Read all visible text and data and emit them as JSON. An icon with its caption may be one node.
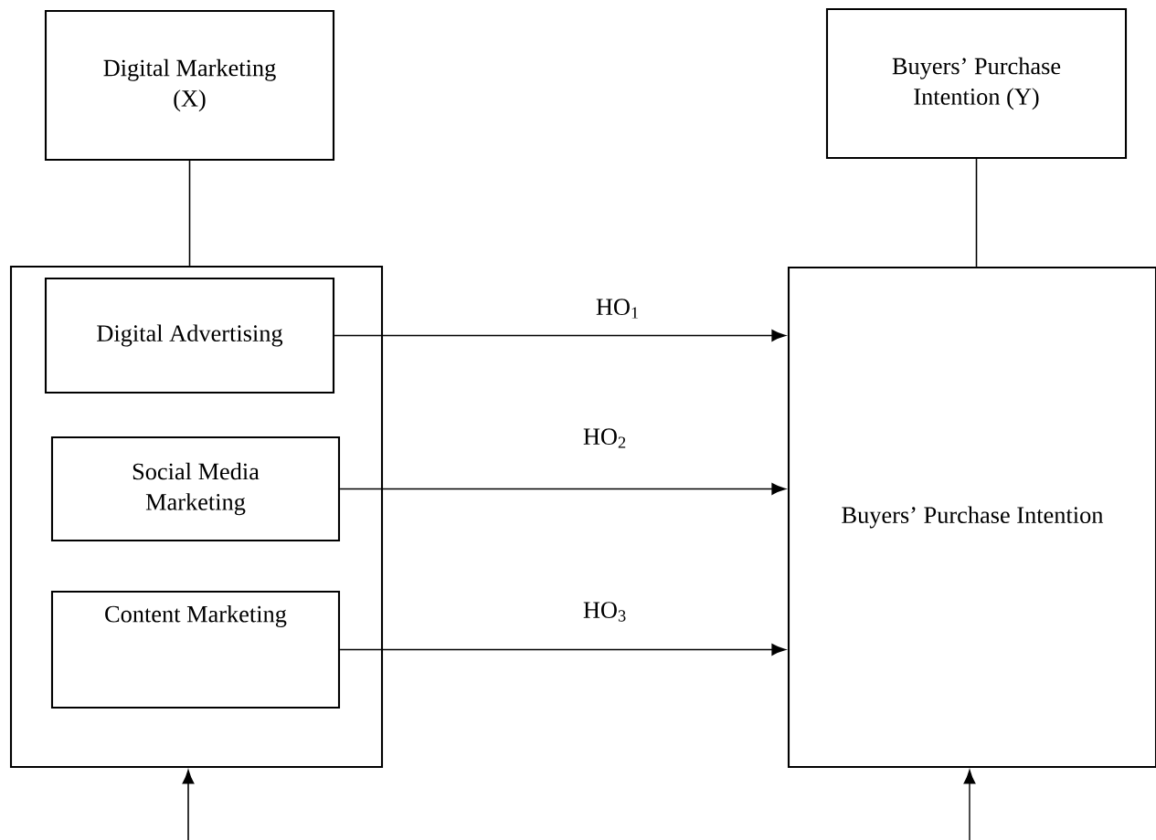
{
  "diagram": {
    "nodes": [
      {
        "text": [
          "Digital Marketing (X)"
        ]
      },
      {
        "text": [
          "Buyers’ Purchase Intention (Y)"
        ]
      },
      {
        "text": [],
        "shape": "box"
      },
      {
        "text": [
          "Digital Advertising"
        ],
        "in": 2
      },
      {
        "text": [
          "Social Media Marketing"
        ],
        "in": 2
      },
      {
        "text": [
          "Content Marketing"
        ],
        "in": 2
      },
      {
        "text": [
          "Buyers’ Purchase Intention"
        ]
      }
    ],
    "edges": [
      {
        "from": 0,
        "to": 2,
        "arrow": "none"
      },
      {
        "from": 1,
        "to": 6,
        "arrow": "none"
      },
      {
        "from": 3,
        "to": 6,
        "arrow": "to",
        "label": "HO$_{1}$"
      },
      {
        "from": 4,
        "to": 6,
        "arrow": "to",
        "label": "HO$_{2}$"
      },
      {
        "from": 5,
        "to": 6,
        "arrow": "to",
        "label": "HO$_{3}$"
      },
      {
        "from": null,
        "to": 2,
        "arrow": "to"
      },
      {
        "from": null,
        "to": 6,
        "arrow": "to"
      }
    ]
  }
}
